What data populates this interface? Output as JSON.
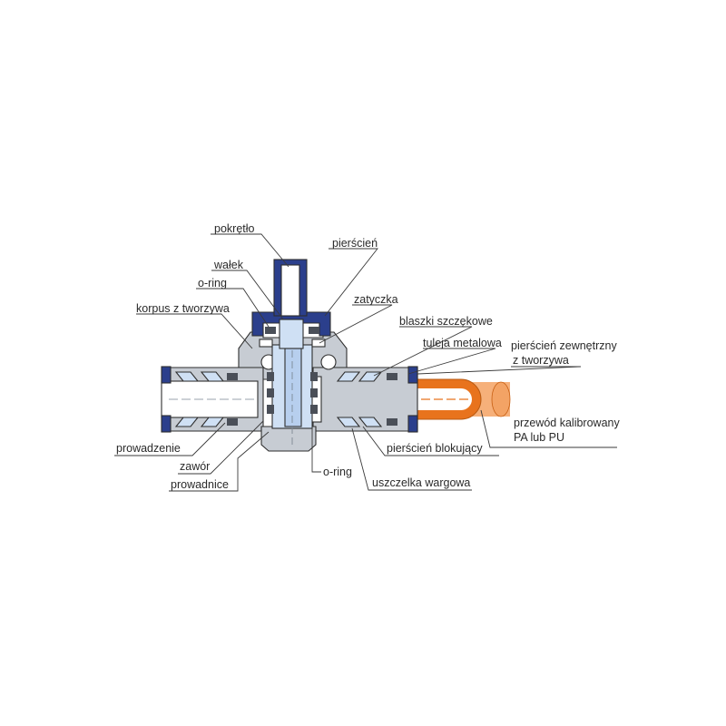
{
  "diagram": {
    "labels": {
      "pokretlo": "pokrętło",
      "pierscien": "pierścień",
      "walek": "wałek",
      "o_ring_top": "o-ring",
      "zatyczka": "zatyczka",
      "korpus": "korpus z tworzywa",
      "blaszki": "blaszki szczękowe",
      "tuleja": "tuleja metalowa",
      "pierscien_zewn_1": "pierścień zewnętrzny",
      "pierscien_zewn_2": "z tworzywa",
      "przewod_1": "przewód kalibrowany",
      "przewod_2": "PA lub PU",
      "prowadzenie": "prowadzenie",
      "pierscien_blokujacy": "pierścień blokujący",
      "zawor": "zawór",
      "o_ring_bottom": "o-ring",
      "uszczelka": "uszczelka wargowa",
      "prowadnice": "prowadnice"
    },
    "colors": {
      "body_grey": "#c7ccd3",
      "body_edge": "#2e2e2e",
      "navy": "#2b3f8c",
      "light_blue": "#cfe0f4",
      "orange": "#e8731d",
      "orange_light": "#f6b07a",
      "seal_dark": "#4a4f58"
    }
  }
}
